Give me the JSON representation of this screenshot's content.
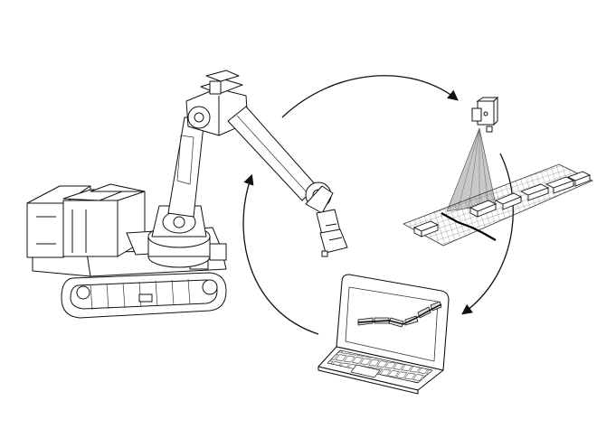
{
  "diagram": {
    "nodes": [
      {
        "id": "tracked-robot",
        "icon": "tracked-robot-arm-icon"
      },
      {
        "id": "scanner",
        "icon": "laser-scanner-icon"
      },
      {
        "id": "laptop",
        "icon": "laptop-icon"
      }
    ],
    "cycle": [
      "tracked-robot",
      "scanner",
      "laptop",
      "tracked-robot"
    ],
    "colors": {
      "line": "#111111",
      "fill": "#ffffff",
      "scan_beam": "#777777",
      "seam": "#000000"
    }
  }
}
